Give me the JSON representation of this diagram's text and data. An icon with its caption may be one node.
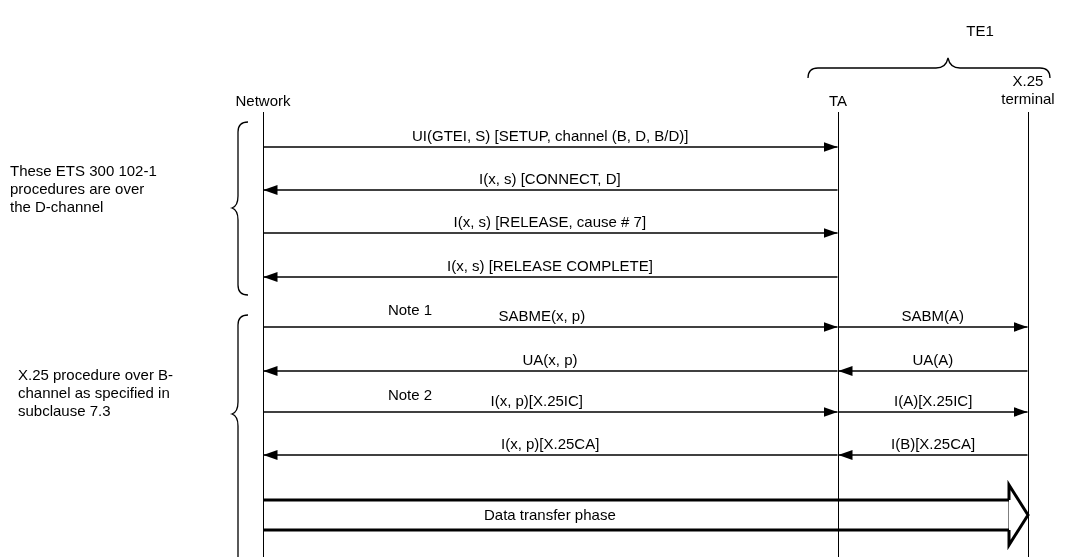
{
  "diagram": {
    "nodes": [
      {
        "text": [
          "Network"
        ]
      },
      {
        "text": [
          "TA"
        ]
      },
      {
        "text": [
          "X.25 terminal"
        ]
      }
    ],
    "edges": [
      {
        "from": 0,
        "to": 1,
        "arrow": "to",
        "label": "UI(GTEI, S) [SETUP, channel (B, D, B/D)]"
      },
      {
        "from": 1,
        "to": 0,
        "arrow": "to",
        "label": "I(x, s) [CONNECT, D]"
      },
      {
        "from": 0,
        "to": 1,
        "arrow": "to",
        "label": "I(x, s) [RELEASE, cause # 7]"
      },
      {
        "from": 1,
        "to": 0,
        "arrow": "to",
        "label": "I(x, s) [RELEASE COMPLETE]"
      },
      {
        "from": 0,
        "to": 1,
        "arrow": "to",
        "label": "SABME(x, p)"
      },
      {
        "from": 1,
        "to": 2,
        "arrow": "to",
        "label": "SABM(A)"
      },
      {
        "from": 1,
        "to": 0,
        "arrow": "to",
        "label": "UA(x, p)"
      },
      {
        "from": 2,
        "to": 1,
        "arrow": "to",
        "label": "UA(A)"
      },
      {
        "from": 0,
        "to": 1,
        "arrow": "to",
        "label": "I(x, p)[X.25IC]"
      },
      {
        "from": 1,
        "to": 2,
        "arrow": "to",
        "label": "I(A)[X.25IC]"
      },
      {
        "from": 1,
        "to": 0,
        "arrow": "to",
        "label": "I(x, p)[X.25CA]"
      },
      {
        "from": 2,
        "to": 1,
        "arrow": "to",
        "label": "I(B)[X.25CA]"
      },
      {
        "from": 0,
        "to": 2,
        "arrow": "to",
        "label": "Data transfer phase",
        "style": "thick"
      }
    ],
    "labels": [
      "TE1",
      "These ETS 300 102-1 procedures are over the D-channel",
      "X.25 procedure over B-channel as specified in subclause 7.3",
      "Note 1",
      "Note 2"
    ]
  }
}
